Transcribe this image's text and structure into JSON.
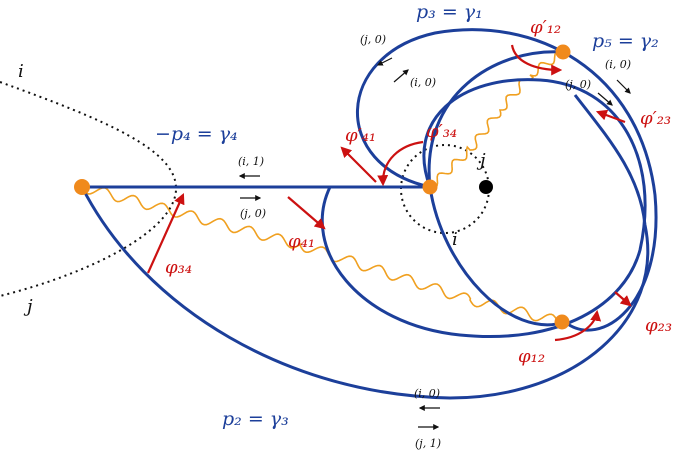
{
  "curve_labels": {
    "p3": "p₃ = γ₁",
    "p5": "p₅ = γ₂",
    "p4": "−p₄ = γ₄",
    "p2": "p₂ = γ₃"
  },
  "phi_labels": {
    "phi12_prime": "φ′₁₂",
    "phi41_prime": "φ′₄₁",
    "phi34_prime": "φ′₃₄",
    "phi23_prime": "φ′₂₃",
    "phi41": "φ₄₁",
    "phi34": "φ₃₄",
    "phi12": "φ₁₂",
    "phi23": "φ₂₃"
  },
  "charge_labels": {
    "top_left_upper": "(j, 0)",
    "top_left_lower": "(i, 0)",
    "top_right_upper": "(i, 0)",
    "top_right_lower": "(j, 0)",
    "mid_upper": "(i, 1)",
    "mid_lower": "(j, 0)",
    "bottom_upper": "(i, 0)",
    "bottom_lower": "(j, 1)"
  },
  "branch_labels": {
    "left_i": "i",
    "left_j": "j",
    "center_j": "j",
    "center_i": "i"
  },
  "colors": {
    "curve": "#1c3f9a",
    "arrow": "#cc1111",
    "wave": "#f0a020",
    "node": "#f08a1c",
    "branch_point": "#000000"
  }
}
